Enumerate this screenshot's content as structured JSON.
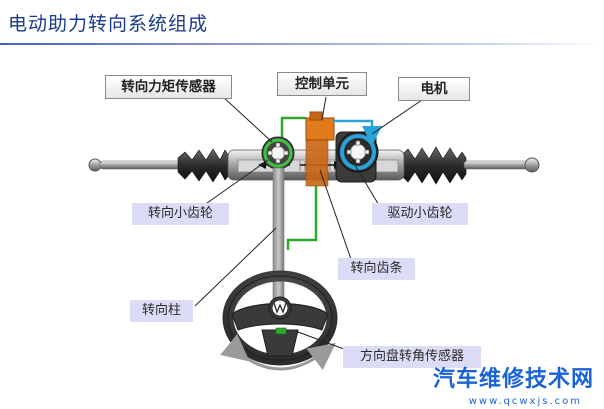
{
  "title": "电动助力转向系统组成",
  "labels": {
    "torque_sensor": "转向力矩传感器",
    "control_unit": "控制单元",
    "motor": "电机",
    "pinion": "转向小齿轮",
    "drive_pinion": "驱动小齿轮",
    "rack": "转向齿条",
    "column": "转向柱",
    "angle_sensor": "方向盘转角传感器"
  },
  "watermark": {
    "name": "汽车维修技术网",
    "url": "www.qcwxjs.com"
  },
  "colors": {
    "title": "#1c3b8c",
    "label_bg": "#dcdcf6",
    "signal_green": "#2fa82f",
    "signal_blue": "#2aa3d8",
    "control_unit_orange": "#e07a1a",
    "watermark": "#1a63d6"
  }
}
